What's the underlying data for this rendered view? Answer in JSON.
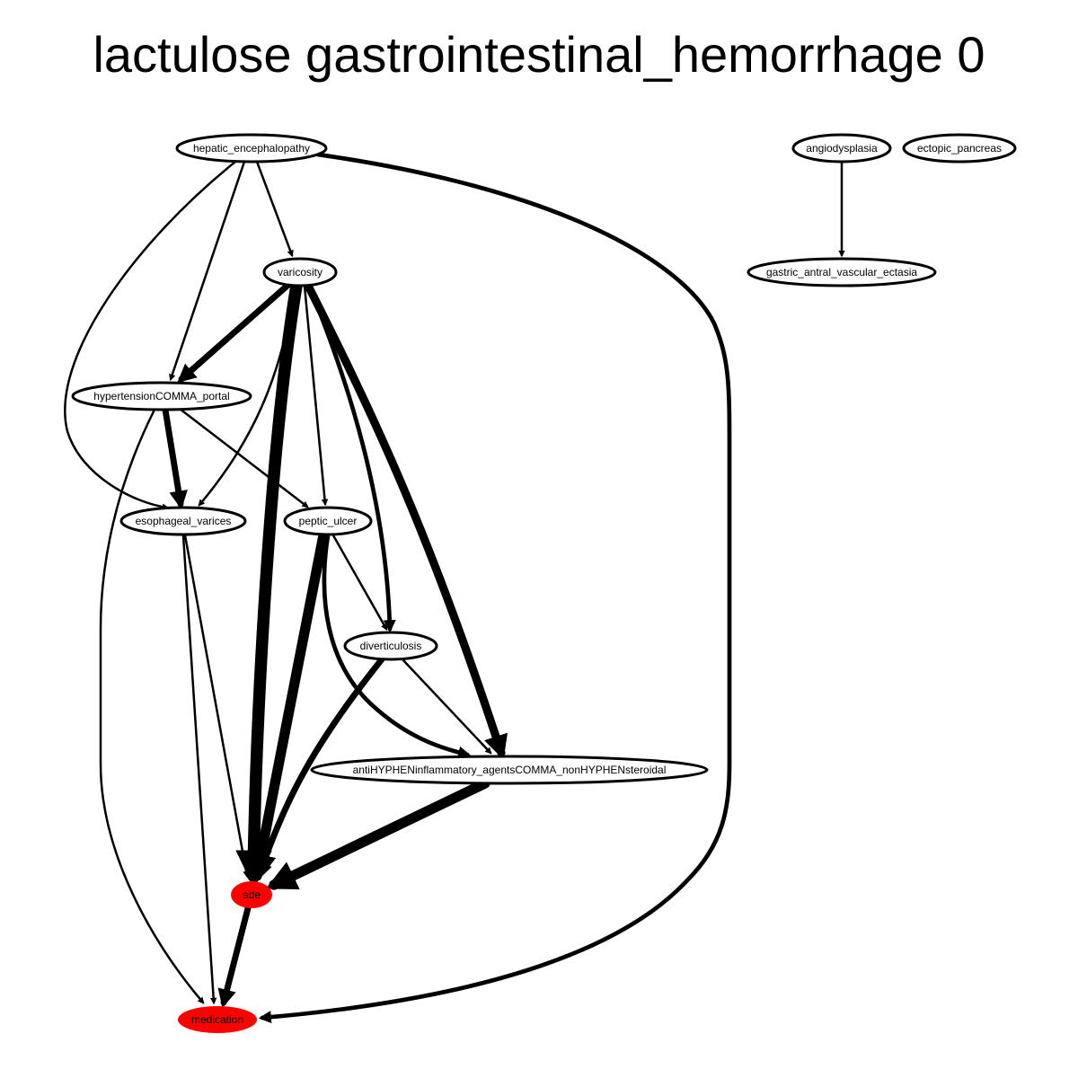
{
  "title": "lactulose gastrointestinal_hemorrhage 0",
  "colors": {
    "highlight": "#ff0000",
    "node_fill": "#ffffff",
    "stroke": "#000000"
  },
  "nodes": [
    {
      "id": "hepatic_encephalopathy",
      "label": "hepatic_encephalopathy",
      "highlight": false
    },
    {
      "id": "angiodysplasia",
      "label": "angiodysplasia",
      "highlight": false
    },
    {
      "id": "ectopic_pancreas",
      "label": "ectopic_pancreas",
      "highlight": false
    },
    {
      "id": "varicosity",
      "label": "varicosity",
      "highlight": false
    },
    {
      "id": "gastric_antral_vascular_ectasia",
      "label": "gastric_antral_vascular_ectasia",
      "highlight": false
    },
    {
      "id": "hypertension_portal",
      "label": "hypertensionCOMMA_portal",
      "highlight": false
    },
    {
      "id": "esophageal_varices",
      "label": "esophageal_varices",
      "highlight": false
    },
    {
      "id": "peptic_ulcer",
      "label": "peptic_ulcer",
      "highlight": false
    },
    {
      "id": "diverticulosis",
      "label": "diverticulosis",
      "highlight": false
    },
    {
      "id": "nsaids",
      "label": "antiHYPHENinflammatory_agentsCOMMA_nonHYPHENsteroidal",
      "highlight": false
    },
    {
      "id": "ade",
      "label": "ade",
      "highlight": true
    },
    {
      "id": "medication",
      "label": "medication",
      "highlight": true
    }
  ],
  "edges": [
    {
      "from": "hepatic_encephalopathy",
      "to": "varicosity",
      "weight": 1
    },
    {
      "from": "hepatic_encephalopathy",
      "to": "hypertension_portal",
      "weight": 1
    },
    {
      "from": "hepatic_encephalopathy",
      "to": "esophageal_varices",
      "weight": 1
    },
    {
      "from": "hepatic_encephalopathy",
      "to": "medication",
      "weight": 2
    },
    {
      "from": "angiodysplasia",
      "to": "gastric_antral_vascular_ectasia",
      "weight": 1
    },
    {
      "from": "varicosity",
      "to": "hypertension_portal",
      "weight": 3
    },
    {
      "from": "varicosity",
      "to": "esophageal_varices",
      "weight": 1
    },
    {
      "from": "varicosity",
      "to": "peptic_ulcer",
      "weight": 1
    },
    {
      "from": "varicosity",
      "to": "diverticulosis",
      "weight": 2
    },
    {
      "from": "varicosity",
      "to": "nsaids",
      "weight": 4
    },
    {
      "from": "varicosity",
      "to": "ade",
      "weight": 6
    },
    {
      "from": "hypertension_portal",
      "to": "esophageal_varices",
      "weight": 3
    },
    {
      "from": "hypertension_portal",
      "to": "peptic_ulcer",
      "weight": 1
    },
    {
      "from": "hypertension_portal",
      "to": "medication",
      "weight": 1
    },
    {
      "from": "esophageal_varices",
      "to": "ade",
      "weight": 1
    },
    {
      "from": "esophageal_varices",
      "to": "medication",
      "weight": 1
    },
    {
      "from": "peptic_ulcer",
      "to": "diverticulosis",
      "weight": 1
    },
    {
      "from": "peptic_ulcer",
      "to": "nsaids",
      "weight": 2
    },
    {
      "from": "peptic_ulcer",
      "to": "ade",
      "weight": 5
    },
    {
      "from": "diverticulosis",
      "to": "nsaids",
      "weight": 1
    },
    {
      "from": "diverticulosis",
      "to": "ade",
      "weight": 3
    },
    {
      "from": "nsaids",
      "to": "ade",
      "weight": 5
    },
    {
      "from": "ade",
      "to": "medication",
      "weight": 3
    }
  ]
}
